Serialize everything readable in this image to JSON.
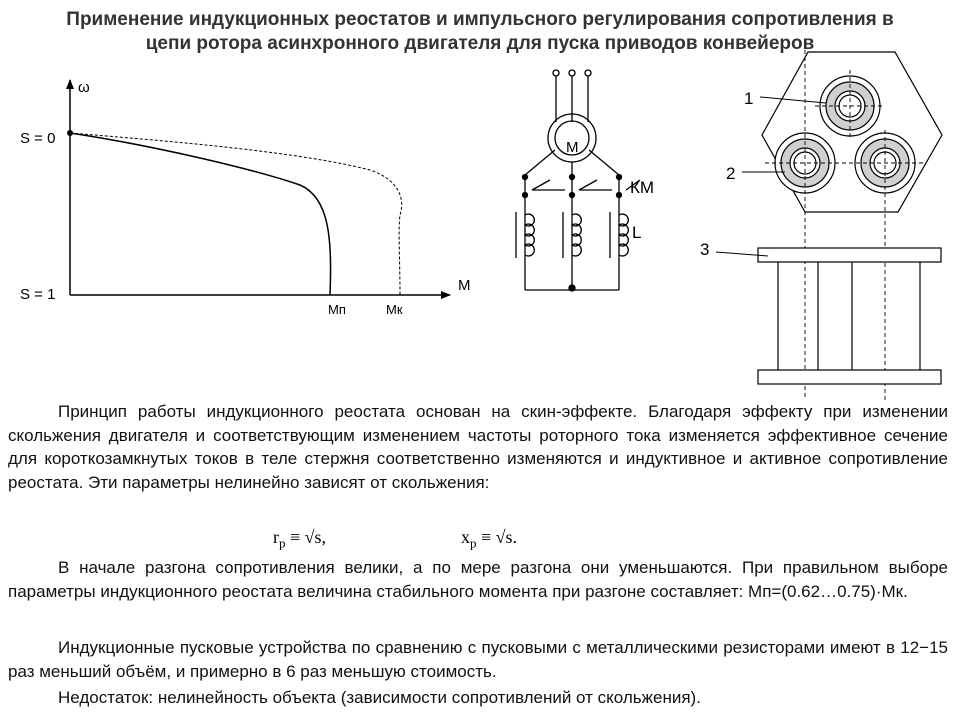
{
  "title": {
    "line1": "Применение индукционных реостатов и импульсного регулирования сопротивления в",
    "line2": "цепи ротора асинхронного двигателя для пуска приводов конвейеров"
  },
  "graph": {
    "y_axis": "ω",
    "x_axis": "M",
    "s0": "S = 0",
    "s1": "S = 1",
    "mp": "Mп",
    "mk": "Mк"
  },
  "circuit": {
    "motor": "M",
    "km": "КМ",
    "l": "L"
  },
  "construction": {
    "n1": "1",
    "n2": "2",
    "n3": "3"
  },
  "text": {
    "p1": "Принцип работы индукционного реостата основан на скин-эффекте. Благодаря эффекту при изменении скольжения двигателя и соответствующим изменением частоты роторного тока изменяется эффективное сечение для короткозамкнутых токов в теле стержня соответственно изменяются и индуктивное и активное сопротивление реостата. Эти параметры нелинейно зависят от скольжения:",
    "f1_left": "r",
    "f1_sub": "p",
    "f1_right": " ≡ √s,",
    "f2_left": "x",
    "f2_sub": "p",
    "f2_right": " ≡ √s.",
    "p2": "В начале разгона сопротивления велики, а по мере разгона они уменьшаются. При правильном выборе параметры индукционного реостата величина стабильного момента при разгоне составляет: Mп=(0.62…0.75)·Mк.",
    "p3": "Индукционные пусковые устройства по сравнению с пусковыми с металлическими резисторами имеют в 12−15 раз меньший объём, и примерно в 6 раз меньшую стоимость.",
    "p4": "Недостаток: нелинейность объекта (зависимости сопротивлений от скольжения)."
  }
}
